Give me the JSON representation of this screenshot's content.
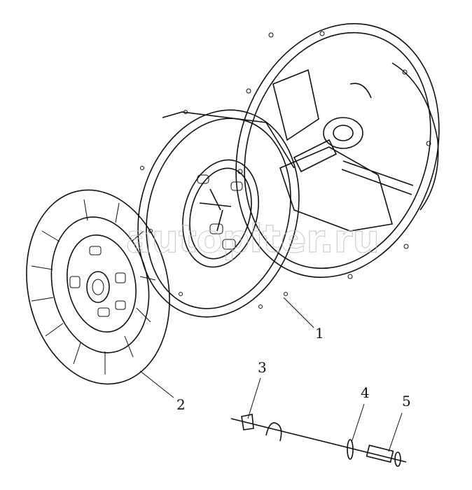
{
  "diagram": {
    "callouts": [
      {
        "id": "1",
        "label": "1",
        "part": "pressure-plate"
      },
      {
        "id": "2",
        "label": "2",
        "part": "clutch-disc"
      },
      {
        "id": "3",
        "label": "3",
        "part": "fork-clip"
      },
      {
        "id": "4",
        "label": "4",
        "part": "washer"
      },
      {
        "id": "5",
        "label": "5",
        "part": "bushing"
      }
    ],
    "watermark": "autopiter.ru",
    "colors": {
      "ink": "#111111",
      "background": "#ffffff"
    }
  }
}
